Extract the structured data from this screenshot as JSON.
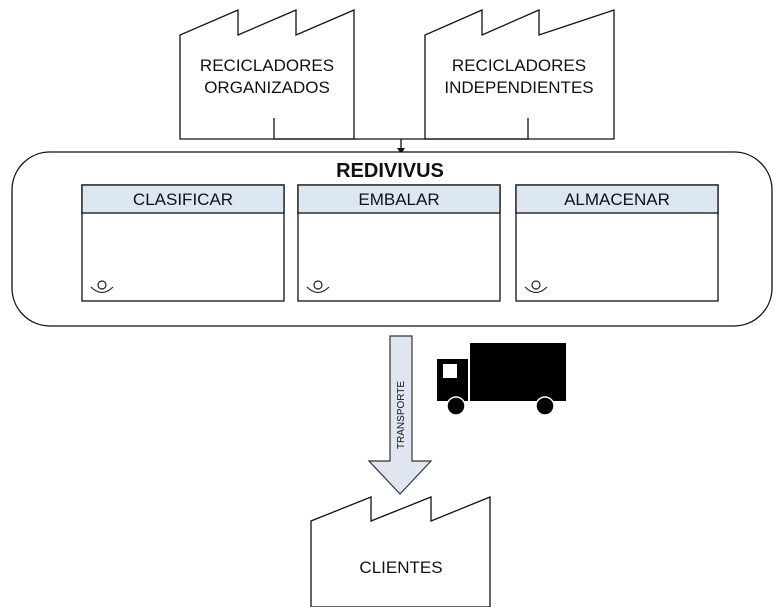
{
  "diagram": {
    "type": "value-stream-map",
    "suppliers": [
      {
        "line1": "RECICLADORES",
        "line2": "ORGANIZADOS"
      },
      {
        "line1": "RECICLADORES",
        "line2": "INDEPENDIENTES"
      }
    ],
    "company": {
      "name": "REDIVIVUS",
      "processes": [
        {
          "label": "CLASIFICAR"
        },
        {
          "label": "EMBALAR"
        },
        {
          "label": "ALMACENAR"
        }
      ]
    },
    "transport_label": "TRANSPORTE",
    "customer": {
      "label": "CLIENTES"
    },
    "icons": {
      "factory": "factory-icon",
      "operator": "operator-icon",
      "truck": "truck-icon",
      "shipment_arrow": "shipment-arrow-icon"
    },
    "colors": {
      "header_fill": "#dde7f4",
      "stroke": "#111111",
      "arrow_fill": "#dfe6ef",
      "truck": "#000000"
    }
  }
}
